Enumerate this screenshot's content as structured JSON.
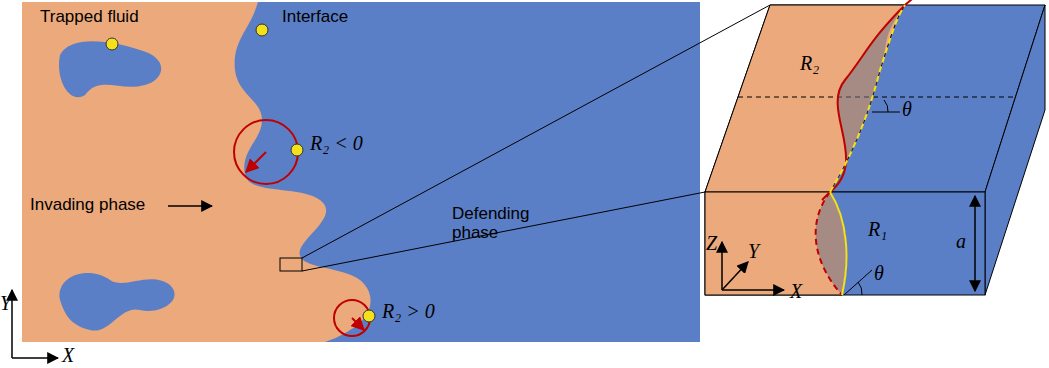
{
  "diagram": {
    "labels": [
      "Trapped fluid",
      "Interface",
      "R₂ < 0",
      "Invading phase",
      "Defending phase",
      "R₂ > 0",
      "Y",
      "X",
      "R₂",
      "θ",
      "R₁",
      "θ",
      "a",
      "Z",
      "Y",
      "X"
    ]
  }
}
